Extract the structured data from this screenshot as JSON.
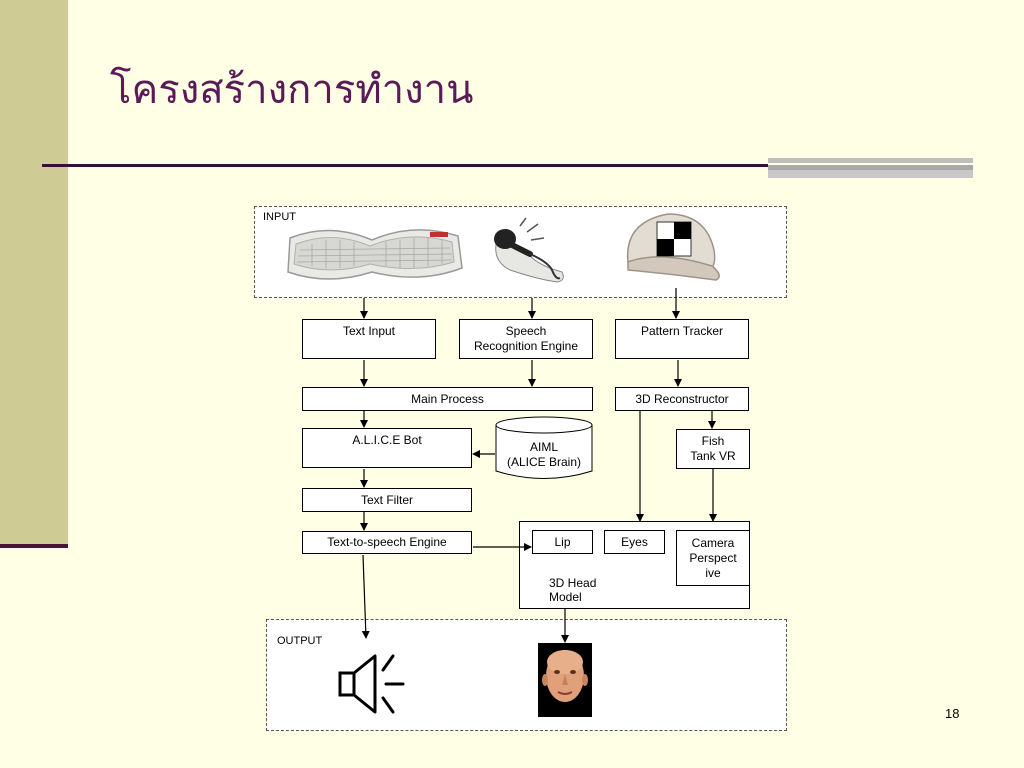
{
  "slide": {
    "title": "โครงสร้างการทำงาน",
    "page_number": "18"
  },
  "groups": {
    "input_label": "INPUT",
    "output_label": "OUTPUT"
  },
  "nodes": {
    "text_input": "Text Input",
    "speech_recognition": "Speech\nRecognition Engine",
    "pattern_tracker": "Pattern Tracker",
    "main_process": "Main Process",
    "reconstructor_3d": "3D Reconstructor",
    "alice_bot": "A.L.I.C.E Bot",
    "aiml": "AIML\n(ALICE Brain)",
    "fish_tank_vr": "Fish\nTank VR",
    "text_filter": "Text Filter",
    "tts_engine": "Text-to-speech Engine",
    "lip": "Lip",
    "eyes": "Eyes",
    "camera_perspective": "Camera\nPerspect\nive",
    "head_model": "3D Head\nModel"
  },
  "icons": {
    "keyboard": "keyboard-icon",
    "microphone": "microphone-icon",
    "cap": "marker-cap-icon",
    "speaker": "speaker-icon",
    "face": "3d-face-icon"
  },
  "colors": {
    "background": "#FFFFE5",
    "sidebar": "#CFCB95",
    "title": "#5A1A58",
    "rule": "#3A0E32"
  }
}
